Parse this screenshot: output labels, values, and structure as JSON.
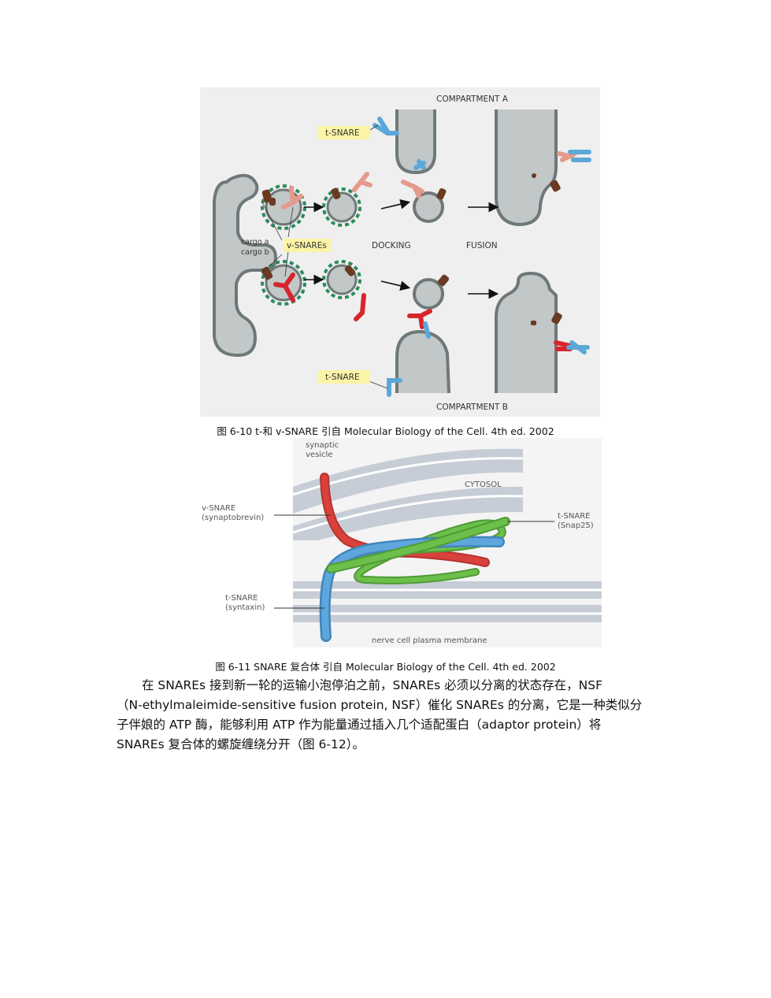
{
  "figure1": {
    "labels": {
      "compartment_a": "COMPARTMENT A",
      "compartment_b": "COMPARTMENT B",
      "t_snare_top": "t-SNARE",
      "t_snare_bottom": "t-SNARE",
      "v_snares": "v-SNAREs",
      "cargo_a": "cargo a",
      "cargo_b": "cargo b",
      "docking": "DOCKING",
      "fusion": "FUSION"
    },
    "caption": "图 6-10 t-和 v-SNARE 引自 Molecular Biology of the Cell. 4th ed. 2002"
  },
  "figure2": {
    "labels": {
      "synaptic_vesicle_1": "synaptic",
      "synaptic_vesicle_2": "vesicle",
      "cytosol": "CYTOSOL",
      "v_snare_1": "v-SNARE",
      "v_snare_2": "(synaptobrevin)",
      "t_snare_snap_1": "t-SNARE",
      "t_snare_snap_2": "(Snap25)",
      "t_snare_syn_1": "t-SNARE",
      "t_snare_syn_2": "(syntaxin)",
      "membrane": "nerve cell plasma membrane"
    },
    "caption": "图 6-11 SNARE 复合体 引自 Molecular Biology of the Cell. 4th ed. 2002"
  },
  "body_text": {
    "line1": "在 SNAREs 接到新一轮的运输小泡停泊之前，SNAREs 必须以分离的状态存在，NSF",
    "line2": "（N-ethylmaleimide-sensitive fusion protein, NSF）催化 SNAREs 的分离，它是一种类似分",
    "line3": "子伴娘的 ATP 酶，能够利用 ATP 作为能量通过插入几个适配蛋白（adaptor protein）将",
    "line4": "SNAREs 复合体的螺旋缠绕分开（图 6-12）。"
  },
  "colors": {
    "figure_bg": "#efefef",
    "compartment_fill": "#c2c7c7",
    "compartment_edge": "#6f7878",
    "label_box": "#fbf4a6",
    "v_snare_a": "#e59a8c",
    "v_snare_b": "#d8252d",
    "t_snare": "#5ba8d8",
    "cargo": "#6a3a22",
    "coat": "#2c8a5a",
    "helix_red": "#d9413c",
    "helix_blue": "#5ea6dc",
    "helix_green": "#6cbf4a",
    "membrane": "#c7cdd6"
  }
}
